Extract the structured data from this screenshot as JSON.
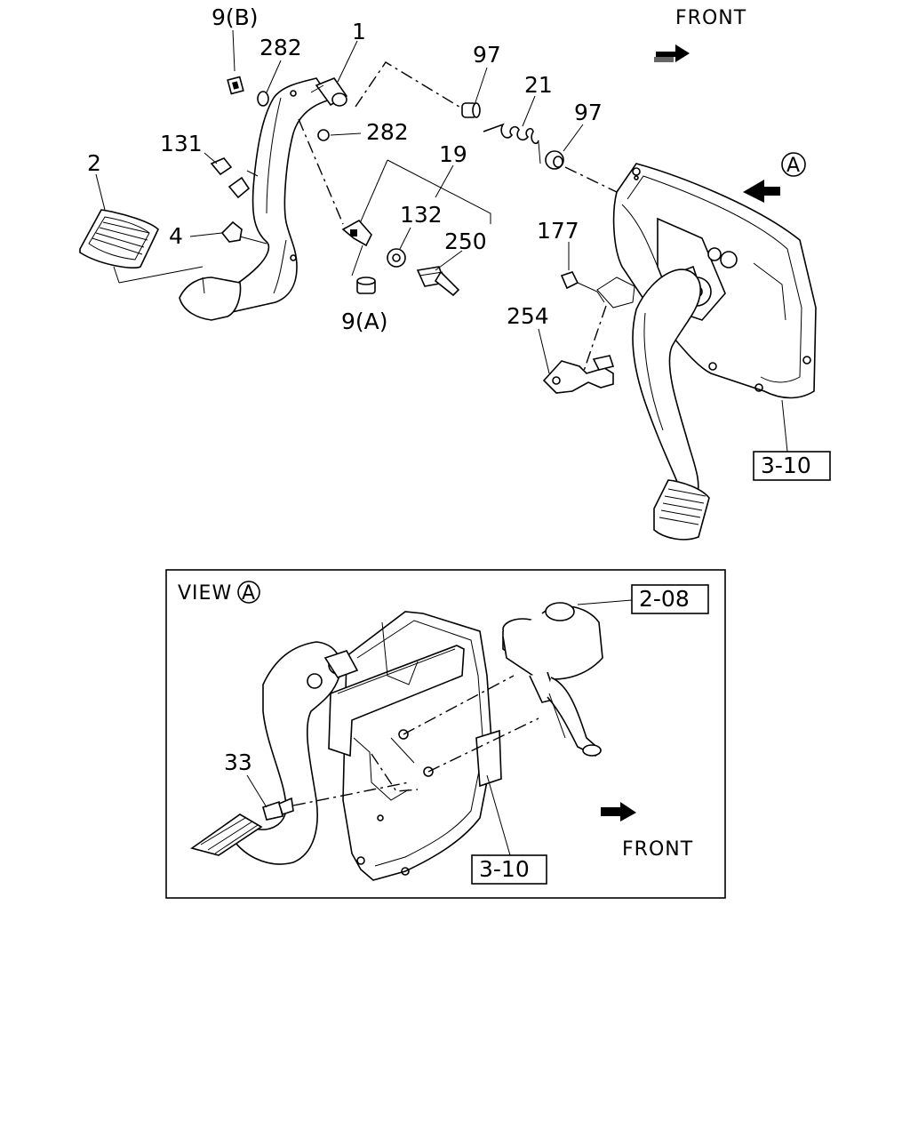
{
  "callouts": {
    "c9b": "9(B)",
    "c282a": "282",
    "c1": "1",
    "c97a": "97",
    "c21": "21",
    "c97b": "97",
    "c131": "131",
    "c282b": "282",
    "c2": "2",
    "c19": "19",
    "c132": "132",
    "c250": "250",
    "c177": "177",
    "c4": "4",
    "c9a": "9(A)",
    "c254": "254",
    "c33": "33"
  },
  "refs": {
    "ref_top": "3-10",
    "ref_208": "2-08",
    "ref_bottom": "3-10"
  },
  "front_top": "FRONT",
  "front_bottom": "FRONT",
  "view_word": "VIEW",
  "circle_a_top": "A",
  "circle_a_view": "A",
  "icons": [
    "front-arrow-icon",
    "view-a-arrow-icon",
    "circle-a-icon"
  ],
  "colors": {
    "line": "#000000",
    "background": "#ffffff"
  }
}
